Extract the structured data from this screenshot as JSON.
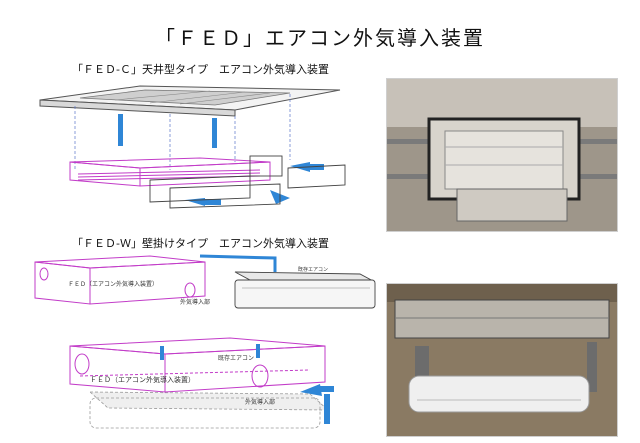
{
  "page": {
    "title": "「ＦＥＤ」エアコン外気導入装置"
  },
  "section_ceiling": {
    "heading": "「ＦＥＤ-Ｃ」天井型タイプ　エアコン外気導入装置"
  },
  "section_wall": {
    "heading": "「ＦＥＤ-Ｗ」壁掛けタイプ　エアコン外気導入装置",
    "diagram_top": {
      "device_label": "ＦＥＤ（エアコン外気導入装置）",
      "intake_label": "外気導入部",
      "aircon_label": "既存エアコン"
    },
    "diagram_bottom": {
      "aircon_label": "既存エアコン",
      "device_label": "ＦＥＤ（エアコン外気導入装置）",
      "intake_label": "外気導入部"
    }
  },
  "colors": {
    "magenta": "#c23cc8",
    "blue_arrow": "#2f86d6",
    "gray_line": "#6f6f6f"
  }
}
